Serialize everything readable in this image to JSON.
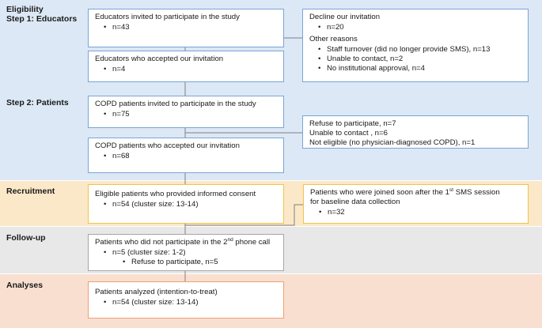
{
  "stages": {
    "eligibility": "Eligibility",
    "step1": "Step 1: Educators",
    "step2": "Step 2: Patients",
    "recruitment": "Recruitment",
    "followup": "Follow-up",
    "analyses": "Analyses"
  },
  "boxes": {
    "educators_invited": {
      "title": "Educators invited to participate in the study",
      "items": [
        "n=43"
      ]
    },
    "educators_declined": {
      "title": "Decline our invitation",
      "items": [
        "n=20"
      ],
      "title2": "Other reasons",
      "items2": [
        "Staff turnover (did no longer provide SMS), n=13",
        "Unable to contact, n=2",
        "No institutional approval, n=4"
      ]
    },
    "educators_accepted": {
      "title": "Educators who accepted our invitation",
      "items": [
        "n=4"
      ]
    },
    "patients_invited": {
      "title": "COPD patients invited to participate in the study",
      "items": [
        "n=75"
      ]
    },
    "patients_excluded": {
      "lines": [
        "Refuse to participate, n=7",
        "Unable to contact , n=6",
        "Not eligible (no physician-diagnosed COPD), n=1"
      ]
    },
    "patients_accepted": {
      "title": "COPD patients who accepted our invitation",
      "items": [
        "n=68"
      ]
    },
    "consent": {
      "title": "Eligible patients who provided informed consent",
      "items": [
        "n=54 (cluster size: 13-14)"
      ]
    },
    "joined_after": {
      "title_a": "Patients who were joined soon after the 1",
      "title_sup": "st",
      "title_b": " SMS session",
      "title2": "for baseline data collection",
      "items": [
        "n=32"
      ]
    },
    "followup": {
      "title_a": "Patients who did not participate in the 2",
      "title_sup": "nd",
      "title_b": " phone call",
      "items": [
        "n=5 (cluster size: 1-2)"
      ],
      "subitems": [
        "Refuse to participate, n=5"
      ]
    },
    "analyzed": {
      "title": "Patients analyzed (intention-to-treat)",
      "items": [
        "n=54 (cluster size: 13-14)"
      ]
    }
  },
  "colors": {
    "band_eligibility": "#dce8f5",
    "band_recruitment": "#fbe8c8",
    "band_followup": "#e8e8e8",
    "band_analyses": "#f8dfd0",
    "border_blue": "#7aa5d6",
    "border_orange": "#f0c44a",
    "border_gray": "#a6a6a6",
    "border_peach": "#f0a070"
  }
}
